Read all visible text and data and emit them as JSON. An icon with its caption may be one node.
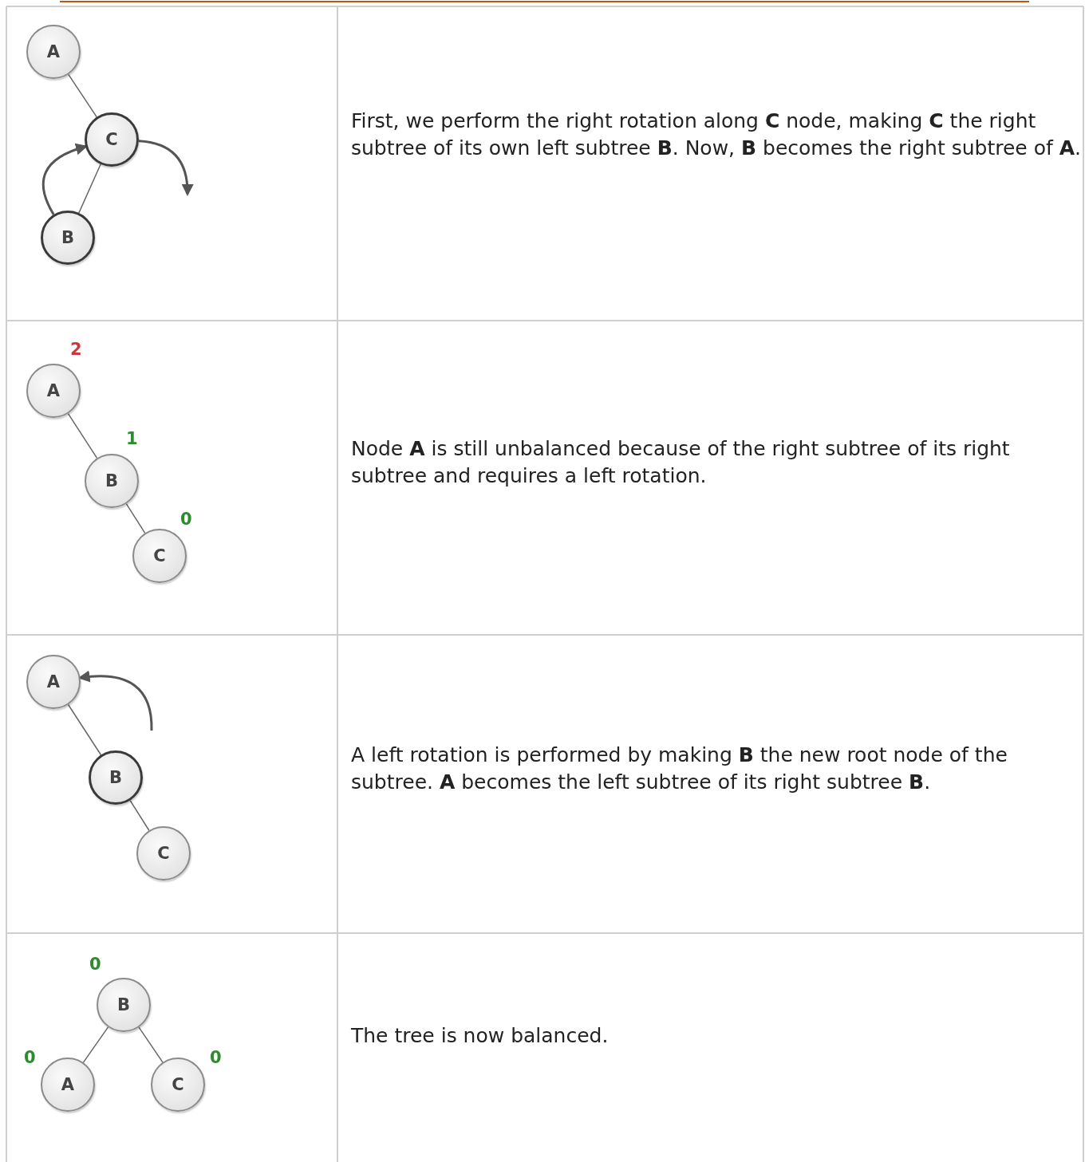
{
  "diagram": {
    "nodes": [
      {
        "text": [
          "A"
        ]
      },
      {
        "text": [
          "C"
        ]
      },
      {
        "text": [
          "B"
        ]
      },
      {
        "text": [
          "A"
        ],
        "beside": [
          "2"
        ]
      },
      {
        "text": [
          "B"
        ],
        "beside": [
          "1"
        ]
      },
      {
        "text": [
          "C"
        ],
        "beside": [
          "0"
        ]
      },
      {
        "text": [
          "A"
        ]
      },
      {
        "text": [
          "B"
        ]
      },
      {
        "text": [
          "C"
        ]
      },
      {
        "text": [
          "B"
        ],
        "beside": [
          "0"
        ]
      },
      {
        "text": [
          "A"
        ],
        "beside": [
          "0"
        ]
      },
      {
        "text": [
          "C"
        ],
        "beside": [
          "0"
        ]
      }
    ],
    "edges": [
      {
        "from": 0,
        "to": 1,
        "arrow": "none"
      },
      {
        "from": 1,
        "to": 2,
        "arrow": "none"
      },
      {
        "from": 3,
        "to": 4,
        "arrow": "none"
      },
      {
        "from": 4,
        "to": 5,
        "arrow": "none"
      },
      {
        "from": 6,
        "to": 7,
        "arrow": "none"
      },
      {
        "from": 7,
        "to": 8,
        "arrow": "none"
      },
      {
        "from": 9,
        "to": 10,
        "arrow": "none"
      },
      {
        "from": 9,
        "to": 11,
        "arrow": "none"
      },
      {
        "from": 2,
        "to": 1,
        "arrow": "to"
      },
      {
        "from": 1,
        "to": null,
        "arrow": "to"
      },
      {
        "from": null,
        "to": 6,
        "arrow": "to"
      }
    ],
    "labels": [
      "First, we perform the right rotation along **C** node, making **C** the right subtree of its own left subtree **B**. Now, **B** becomes the right subtree of **A**.",
      "Node **A** is still unbalanced because of the right subtree of its right subtree and requires a left rotation.",
      "A left rotation is performed by making **B** the new root node of the subtree. **A** becomes the left subtree of its right subtree **B**.",
      "The tree is now balanced."
    ]
  }
}
